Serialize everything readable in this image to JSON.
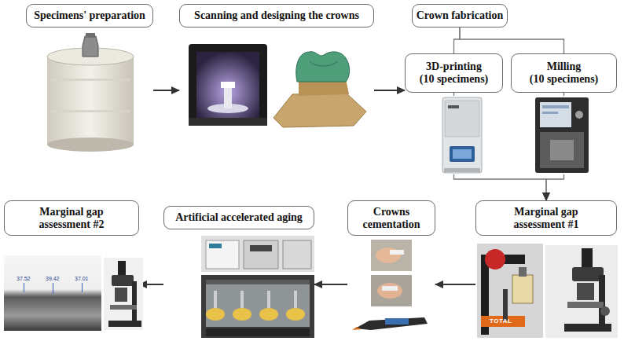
{
  "diagram": {
    "nodes": [
      {
        "text": [
          "Specimens' preparation"
        ]
      },
      {
        "text": [
          "Scanning and designing the crowns"
        ]
      },
      {
        "text": [
          "Crown fabrication"
        ]
      },
      {
        "text": [
          "3D-printing",
          "(10 specimens)"
        ]
      },
      {
        "text": [
          "Milling",
          "(10 specimens)"
        ]
      },
      {
        "text": [
          "Marginal gap assessment #2"
        ]
      },
      {
        "text": [
          "Artificial accelerated aging"
        ]
      },
      {
        "text": [
          "Crowns cementation"
        ]
      },
      {
        "text": [
          "Marginal gap assessment #1"
        ]
      }
    ],
    "edges": [
      {
        "from": 0,
        "to": 1,
        "arrow": "to"
      },
      {
        "from": 1,
        "to": 3,
        "arrow": "to"
      },
      {
        "from": 2,
        "to": 3,
        "arrow": "none"
      },
      {
        "from": 2,
        "to": 4,
        "arrow": "none"
      },
      {
        "from": 3,
        "to": 8,
        "arrow": "to"
      },
      {
        "from": 4,
        "to": 8,
        "arrow": "to"
      },
      {
        "from": 8,
        "to": 7,
        "arrow": "to"
      },
      {
        "from": 7,
        "to": 6,
        "arrow": "to"
      },
      {
        "from": 6,
        "to": 5,
        "arrow": "to"
      }
    ],
    "labels": [
      "37.52",
      "39.42",
      "37.01",
      "TOTAL"
    ]
  }
}
